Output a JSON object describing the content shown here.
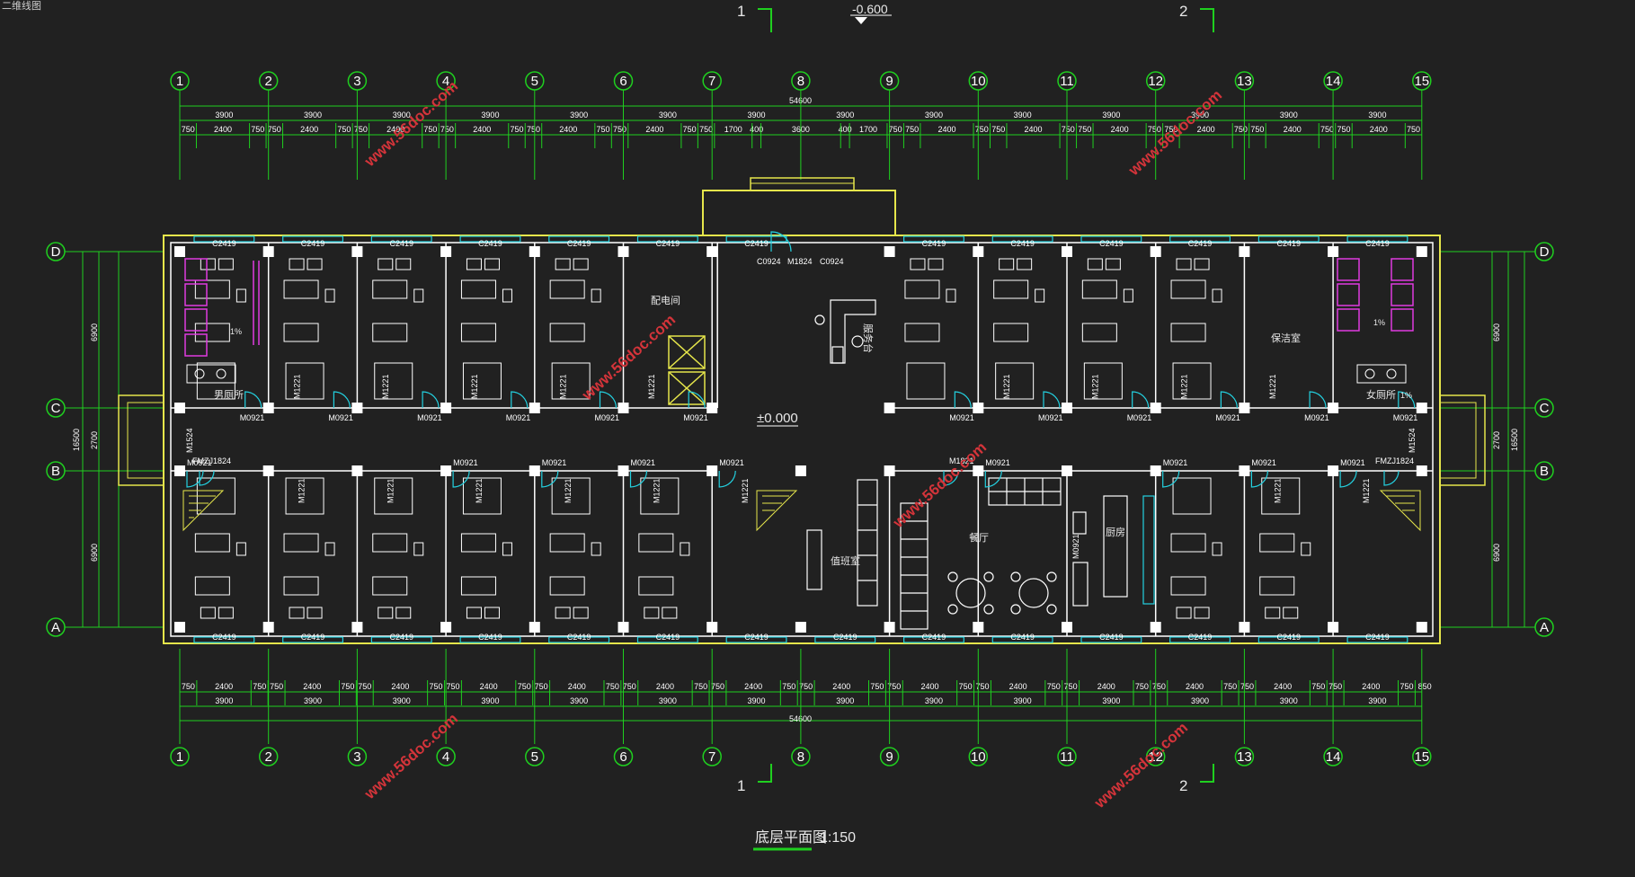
{
  "header": {
    "tab_label": "二维线图"
  },
  "elevation": {
    "top_marker": "-0.600",
    "center_marker": "±0.000"
  },
  "section_marks": {
    "one": "1",
    "two": "2"
  },
  "grid": {
    "columns": [
      "1",
      "2",
      "3",
      "4",
      "5",
      "6",
      "7",
      "8",
      "9",
      "10",
      "11",
      "12",
      "13",
      "14",
      "15"
    ],
    "rows": [
      "D",
      "C",
      "B",
      "A"
    ]
  },
  "dimensions": {
    "overall_length": "54600",
    "overall_width": "16500",
    "bay": "3900",
    "room_depth": "6900",
    "corridor": "2700",
    "top_row1": [
      "750",
      "2400",
      "750",
      "750",
      "2400",
      "750",
      "750",
      "2400",
      "750",
      "750",
      "2400",
      "750",
      "750",
      "2400",
      "750",
      "750",
      "2400",
      "750",
      "750",
      "1700",
      "400",
      "3600",
      "400",
      "1700",
      "750",
      "750",
      "2400",
      "750",
      "750",
      "2400",
      "750",
      "750",
      "2400",
      "750",
      "750",
      "2400",
      "750",
      "750",
      "2400",
      "750",
      "750",
      "2400",
      "750"
    ],
    "bottom_row1": [
      "750",
      "2400",
      "750",
      "750",
      "2400",
      "750",
      "750",
      "2400",
      "750",
      "750",
      "2400",
      "750",
      "750",
      "2400",
      "750",
      "750",
      "2400",
      "750",
      "750",
      "2400",
      "750",
      "750",
      "2400",
      "750",
      "750",
      "2400",
      "750",
      "750",
      "2400",
      "750",
      "750",
      "2400",
      "750",
      "750",
      "2400",
      "750",
      "750",
      "2400",
      "750",
      "750",
      "2400",
      "750",
      "850"
    ]
  },
  "openings": {
    "window": "C2419",
    "window_small": "C0924",
    "door_room": "M0921",
    "door_bath": "M1221",
    "door_entry": "M1824",
    "door_side": "M1524",
    "fire_door": "FMZJ1824",
    "door_dining": "M1821"
  },
  "rooms": {
    "men_toilet": "男厕所",
    "women_toilet": "女厕所",
    "distribution": "配电间",
    "service_desk": "服务台",
    "cleaning": "保洁室",
    "duty": "值班室",
    "dining": "餐厅",
    "kitchen": "厨房",
    "slope": "1%"
  },
  "footer": {
    "title": "底层平面图",
    "scale": "1:150"
  },
  "watermark": {
    "text": "www.56doc.com"
  },
  "colors": {
    "axis_green": "#1fcf1f",
    "wall_white": "#ffffff",
    "outline_yellow": "#e6e64b",
    "glass_cyan": "#23d1e0",
    "fixture_magenta": "#e03ae0",
    "watermark_red": "#d4343a"
  }
}
